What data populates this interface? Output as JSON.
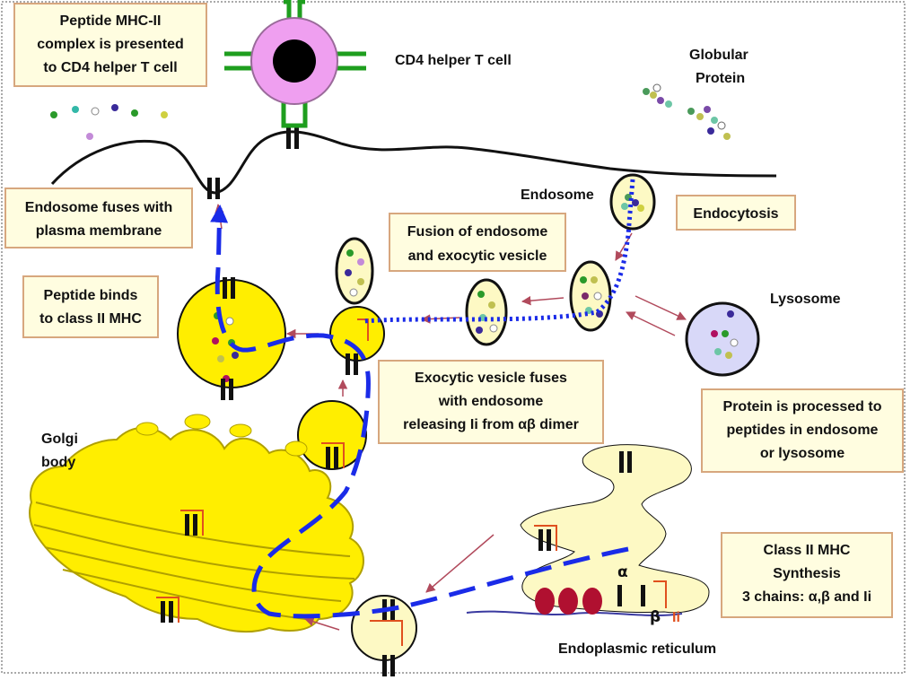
{
  "boxes": {
    "peptide_mhc": [
      "Peptide MHC-II",
      "complex is presented",
      "to CD4 helper T cell"
    ],
    "endosome_fuses": [
      "Endosome fuses with",
      "plasma membrane"
    ],
    "fusion": [
      "Fusion of endosome",
      "and exocytic vesicle"
    ],
    "endocytosis": [
      "Endocytosis"
    ],
    "peptide_binds": [
      "Peptide binds",
      "to class II MHC"
    ],
    "exocytic": [
      "Exocytic vesicle fuses",
      "with endosome",
      "releasing Ii from αβ dimer"
    ],
    "protein_processed": [
      "Protein is processed to",
      "peptides in endosome",
      "or lysosome"
    ],
    "synthesis": [
      "Class II MHC",
      "Synthesis",
      "3 chains: α,β and Ii"
    ]
  },
  "labels": {
    "t_cell": "CD4 helper T cell",
    "globular": [
      "Globular",
      "Protein"
    ],
    "endosome": "Endosome",
    "lysosome": "Lysosome",
    "golgi": [
      "Golgi",
      "body"
    ],
    "er": "Endoplasmic reticulum",
    "alpha": "α",
    "beta": "β",
    "ii": "Ii"
  },
  "colors": {
    "vesicle": "#fdf9c4",
    "yellow": "#ffee00",
    "dashed_path": "#1a2be8",
    "arrow": "#b14a5c",
    "ii_chain": "#e0501e",
    "lysosome": "#d8d8f8",
    "tcell": "#ef9ff0",
    "receptor": "#1e9e1e",
    "ribosome": "#b01030"
  }
}
